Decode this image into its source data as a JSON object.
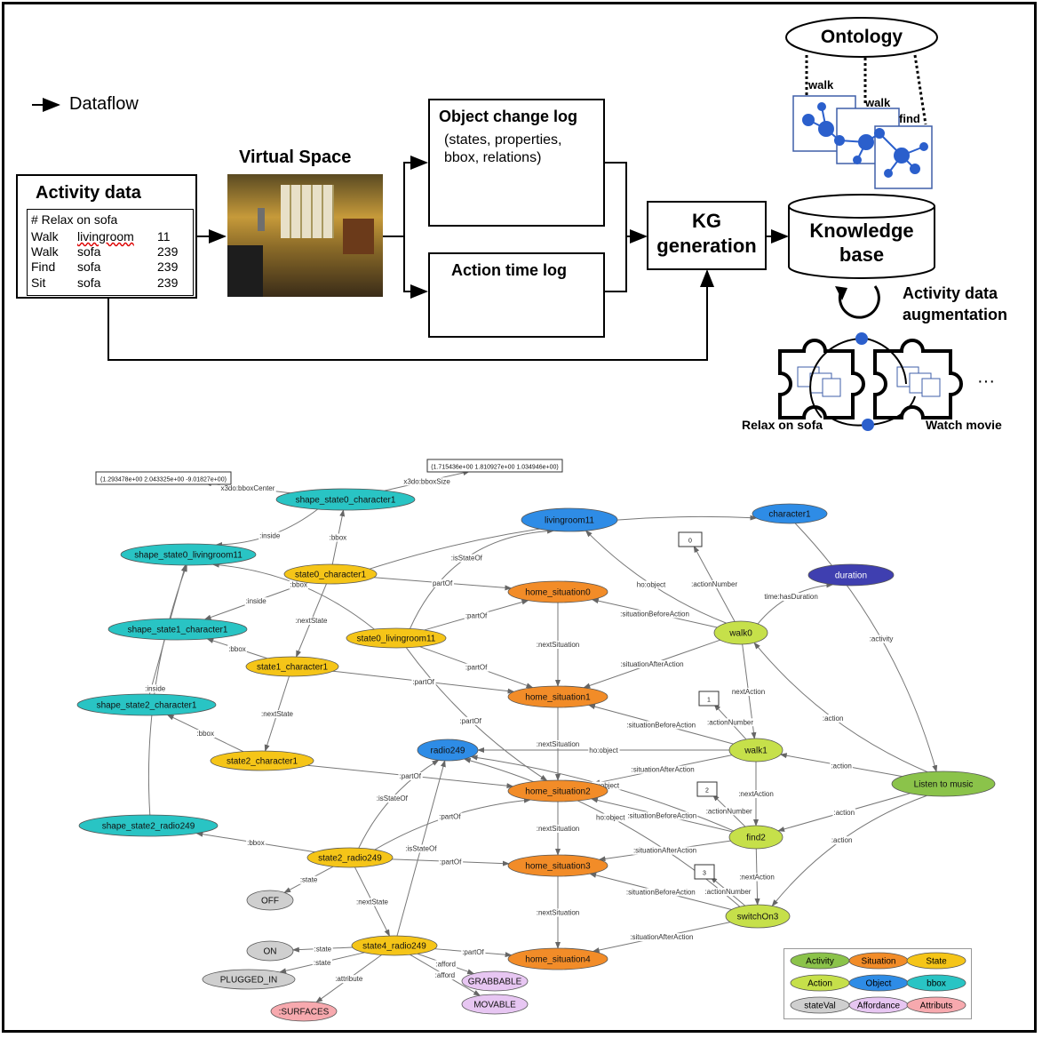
{
  "top": {
    "legend_label": "Dataflow",
    "activity_data": {
      "title": "Activity data",
      "script_header": "# Relax on sofa",
      "rows": [
        {
          "action": "Walk",
          "object": "livingroom",
          "id": "11"
        },
        {
          "action": "Walk",
          "object": "sofa",
          "id": "239"
        },
        {
          "action": "Find",
          "object": "sofa",
          "id": "239"
        },
        {
          "action": "Sit",
          "object": "sofa",
          "id": "239"
        }
      ]
    },
    "virtual_space": {
      "title": "Virtual Space"
    },
    "object_change_log": {
      "title": "Object change log",
      "lines": [
        "(states, properties,",
        "bbox, relations)"
      ]
    },
    "action_time_log": {
      "title": "Action time log"
    },
    "kg_generation": {
      "lines": [
        "KG",
        "generation"
      ]
    },
    "knowledge_base": {
      "lines": [
        "Knowledge",
        "base"
      ]
    },
    "ontology": {
      "title": "Ontology",
      "labels": [
        "walk",
        "walk",
        "find"
      ]
    },
    "augmentation": {
      "lines": [
        "Activity data",
        "augmentation"
      ],
      "puzzle_left": "Relax on sofa",
      "puzzle_right": "Watch movie",
      "ellipsis": "···"
    }
  },
  "graph": {
    "nodes": {
      "bbox_center_val": "(1.293478e+00 2.043325e+00 -9.01827e+00)",
      "bbox_size_val": "(1.715436e+00 1.810927e+00 1.034946e+00)",
      "shape_state0_character1": "shape_state0_character1",
      "character1": "character1",
      "livingroom11": "livingroom11",
      "shape_state0_livingroom11": "shape_state0_livingroom11",
      "state0_character1": "state0_character1",
      "home_situation0": "home_situation0",
      "duration": "duration",
      "num0": "0",
      "shape_state1_character1": "shape_state1_character1",
      "state0_livingroom11": "state0_livingroom11",
      "walk0": "walk0",
      "state1_character1": "state1_character1",
      "home_situation1": "home_situation1",
      "num1": "1",
      "shape_state2_character1": "shape_state2_character1",
      "radio249": "radio249",
      "walk1": "walk1",
      "state2_character1": "state2_character1",
      "home_situation2": "home_situation2",
      "listen": "Listen to music",
      "num2": "2",
      "shape_state2_radio249": "shape_state2_radio249",
      "find2": "find2",
      "state2_radio249": "state2_radio249",
      "home_situation3": "home_situation3",
      "num3": "3",
      "off": "OFF",
      "switchOn3": "switchOn3",
      "on": "ON",
      "state4_radio249": "state4_radio249",
      "home_situation4": "home_situation4",
      "plugged_in": "PLUGGED_IN",
      "grabbable": "GRABBABLE",
      "surfaces": ":SURFACES",
      "movable": "MOVABLE"
    },
    "edges": {
      "x3do_bboxCenter": "x3do:bboxCenter",
      "x3do_bboxSize": "x3do:bboxSize",
      "isStateOf": ":isStateOf",
      "inside": ":inside",
      "bbox": ":bbox",
      "partOf": ":partOf",
      "partOf_plain": "partOf",
      "ho_object": "ho:object",
      "actionNumber": ":actionNumber",
      "time_hasDuration": "time:hasDuration",
      "activity": ":activity",
      "nextState": ":nextState",
      "nextSituation": ":nextSituation",
      "situationBeforeAction": ":situationBeforeAction",
      "situationAfterAction": ":situationAfterAction",
      "nextAction": "nextAction",
      "nextAction_colon": ":nextAction",
      "action": ":action",
      "state": ":state",
      "afford": ":afford",
      "attribute": ":attribute"
    },
    "legend": [
      {
        "label": "Activity",
        "color": "#8BC34A"
      },
      {
        "label": "Situation",
        "color": "#F28C28"
      },
      {
        "label": "State",
        "color": "#F5C518"
      },
      {
        "label": "Action",
        "color": "#C6E04A"
      },
      {
        "label": "Object",
        "color": "#2E8CE6"
      },
      {
        "label": "bbox",
        "color": "#29C4C4"
      },
      {
        "label": "stateVal",
        "color": "#CFCFCF"
      },
      {
        "label": "Affordance",
        "color": "#E7C6F2"
      },
      {
        "label": "Attributs",
        "color": "#F7A9AE"
      }
    ],
    "colors": {
      "activity": "#8BC34A",
      "situation": "#F28C28",
      "state": "#F5C518",
      "action": "#C6E04A",
      "object": "#2E8CE6",
      "bbox": "#29C4C4",
      "stateval": "#CFCFCF",
      "affordance": "#E7C6F2",
      "attribute": "#F7A9AE",
      "duration": "#3F3FB0"
    }
  }
}
